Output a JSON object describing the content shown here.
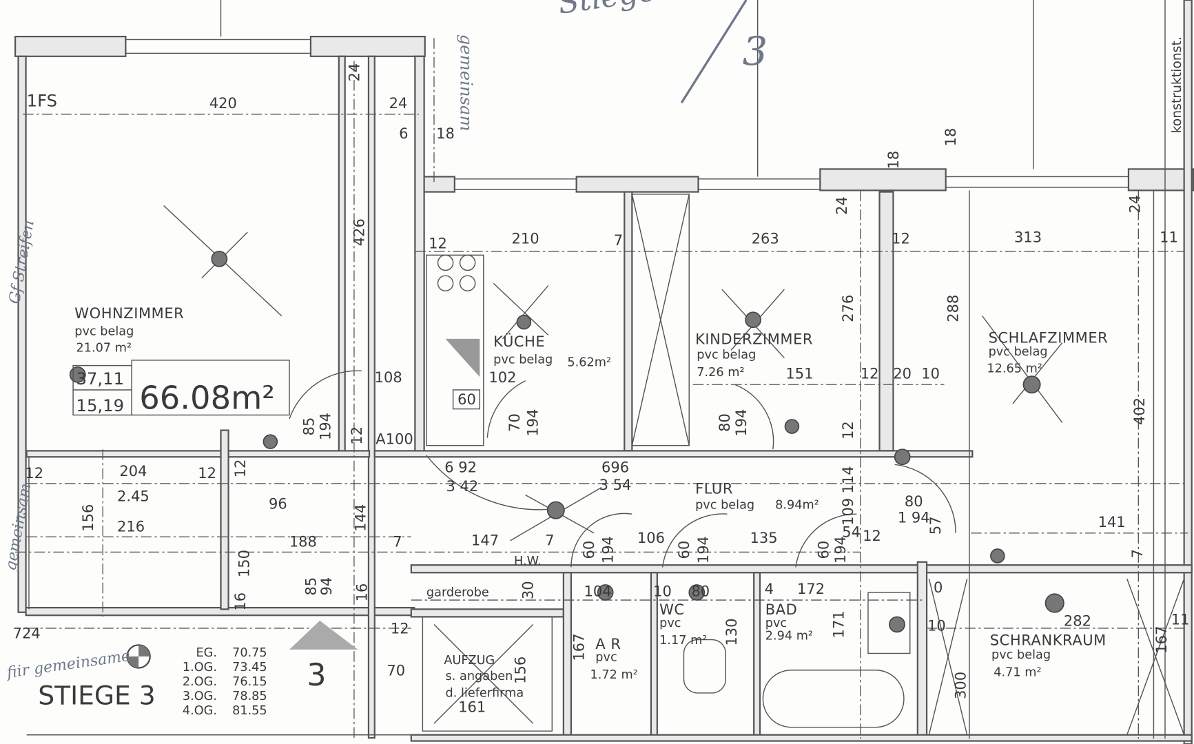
{
  "plan": {
    "total_area": "66.08m²",
    "total_side_top": "37,11",
    "total_side_bottom": "15,19",
    "stair_label": "STIEGE 3",
    "stair_number": "3",
    "elevator": {
      "label": "AUFZUG",
      "note1": "s. angaben",
      "note2": "d. lieferfirma"
    },
    "hw": "H.W.",
    "garderobe": "garderobe",
    "fs_mark": "1FS"
  },
  "rooms": [
    {
      "name": "WOHNZIMMER",
      "floor": "pvc  belag",
      "area": "21.07 m²"
    },
    {
      "name": "KÜCHE",
      "floor": "pvc belag",
      "area": "5.62m²"
    },
    {
      "name": "KINDERZIMMER",
      "floor": "pvc  belag",
      "area": "7.26 m²"
    },
    {
      "name": "SCHLAFZIMMER",
      "floor": "pvc  belag",
      "area": "12.65 m²"
    },
    {
      "name": "FLUR",
      "floor": "pvc belag",
      "area": "8.94m²"
    },
    {
      "name": "A R",
      "floor": "pvc",
      "area": "1.72 m²"
    },
    {
      "name": "WC",
      "floor": "pvc",
      "area": "1.17 m²"
    },
    {
      "name": "BAD",
      "floor": "pvc",
      "area": "2.94 m²"
    },
    {
      "name": "SCHRANKRAUM",
      "floor": "pvc belag",
      "area": "4.71 m²"
    }
  ],
  "levels": [
    {
      "floor": "EG.",
      "height": "70.75"
    },
    {
      "floor": "1.OG.",
      "height": "73.45"
    },
    {
      "floor": "2.OG.",
      "height": "76.15"
    },
    {
      "floor": "3.OG.",
      "height": "78.85"
    },
    {
      "floor": "4.OG.",
      "height": "81.55"
    }
  ],
  "handwritten": {
    "top": "Stiege",
    "top_number": "3",
    "top_vertical": "gemeinsam",
    "left_vertical": "Gf Streifen",
    "left_bottom": "gemeinsam",
    "bottom_note": "fiir gemeinsame",
    "right_vertical": "konstruktionst."
  },
  "dimensions": [
    "420",
    "24",
    "24",
    "6",
    "18",
    "426",
    "210",
    "12",
    "7",
    "263",
    "24",
    "18",
    "18",
    "12",
    "313",
    "24",
    "11",
    "276",
    "288",
    "108",
    "102",
    "60",
    "A100",
    "12",
    "85",
    "194",
    "70",
    "194",
    "151",
    "12",
    "20",
    "10",
    "80",
    "194",
    "12",
    "402",
    "204",
    "2.45",
    "216",
    "156",
    "12",
    "12",
    "12",
    "96",
    "188",
    "144",
    "7",
    "6 92",
    "3 42",
    "696",
    "3 54",
    "147",
    "7",
    "106",
    "135",
    "114",
    "109",
    "54",
    "12",
    "80",
    "1 94",
    "57",
    "141",
    "7",
    "60",
    "194",
    "60",
    "194",
    "60",
    "194",
    "150",
    "16",
    "85",
    "94",
    "30",
    "104",
    "10",
    "80",
    "4",
    "172",
    "10",
    "282",
    "12",
    "70",
    "161",
    "156",
    "167",
    "130",
    "171",
    "300",
    "167",
    "11",
    "724",
    "0",
    "16"
  ]
}
